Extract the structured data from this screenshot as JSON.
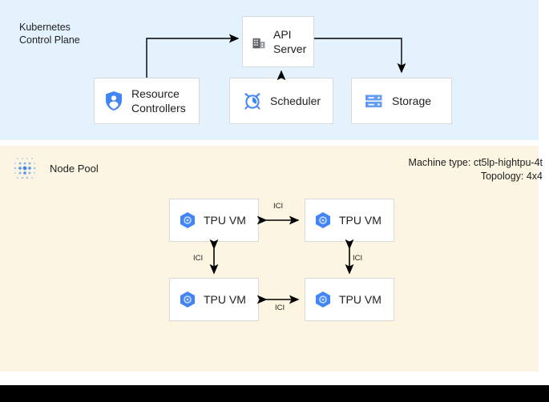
{
  "control_plane": {
    "title": "Kubernetes\nControl Plane",
    "background_color": "#e3f2fd",
    "nodes": [
      {
        "id": "api",
        "label": "API\nServer",
        "icon": "building-icon"
      },
      {
        "id": "rc",
        "label": "Resource\nControllers",
        "icon": "shield-person-icon"
      },
      {
        "id": "sched",
        "label": "Scheduler",
        "icon": "alarm-clock-icon"
      },
      {
        "id": "storage",
        "label": "Storage",
        "icon": "server-rack-icon"
      }
    ]
  },
  "node_pool": {
    "title": "Node Pool",
    "icon": "dot-grid-icon",
    "background_color": "#fcf5e1",
    "machine_type_line": "Machine type: ct5lp-hightpu-4t",
    "topology_line": "Topology: 4x4",
    "vms": [
      {
        "id": "tpu-0",
        "label": "TPU VM",
        "icon": "tpu-hexagon-icon"
      },
      {
        "id": "tpu-1",
        "label": "TPU VM",
        "icon": "tpu-hexagon-icon"
      },
      {
        "id": "tpu-2",
        "label": "TPU VM",
        "icon": "tpu-hexagon-icon"
      },
      {
        "id": "tpu-3",
        "label": "TPU VM",
        "icon": "tpu-hexagon-icon"
      }
    ],
    "links": [
      {
        "id": "ici-top",
        "label": "ICI"
      },
      {
        "id": "ici-bottom",
        "label": "ICI"
      },
      {
        "id": "ici-left",
        "label": "ICI"
      },
      {
        "id": "ici-right",
        "label": "ICI"
      }
    ]
  },
  "colors": {
    "accent_blue": "#4285f4",
    "icon_gray": "#5f6368",
    "panel_blue": "#e3f2fd",
    "panel_cream": "#fcf5e1",
    "bar_black": "#000000",
    "box_border": "#d9d9d9",
    "text": "#202124"
  }
}
